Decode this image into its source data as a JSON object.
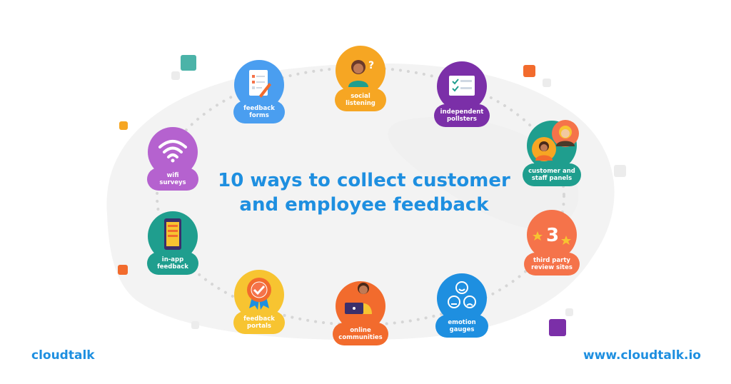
{
  "title_line1": "10 ways to collect customer",
  "title_line2": "and employee feedback",
  "brand_left": "cloudtalk",
  "brand_right": "www.cloudtalk.io",
  "colors": {
    "accent": "#1e8fe0",
    "blue": "#4a9ef0",
    "orange": "#f6a623",
    "purple": "#7b2fa8",
    "teal": "#1f9e8e",
    "coral": "#f5734a",
    "wifi_purple": "#b562cf",
    "yellow": "#f7c431",
    "orange_red": "#f26b2d",
    "dots": "#d6d6d6",
    "blob": "#f3f3f3"
  },
  "nodes": [
    {
      "label": "feedback\nforms",
      "icon": "form-icon"
    },
    {
      "label": "social\nlistening",
      "icon": "person-question-icon"
    },
    {
      "label": "independent\npollsters",
      "icon": "checklist-icon"
    },
    {
      "label": "customer and\nstaff panels",
      "icon": "people-icon"
    },
    {
      "label": "third party\nreview sites",
      "icon": "stars-rating-icon",
      "badge": "3"
    },
    {
      "label": "emotion\ngauges",
      "icon": "emoji-faces-icon"
    },
    {
      "label": "online\ncommunities",
      "icon": "person-laptop-icon"
    },
    {
      "label": "feedback\nportals",
      "icon": "badge-check-icon"
    },
    {
      "label": "in-app\nfeedback",
      "icon": "phone-app-icon"
    },
    {
      "label": "wifi\nsurveys",
      "icon": "wifi-icon"
    }
  ]
}
